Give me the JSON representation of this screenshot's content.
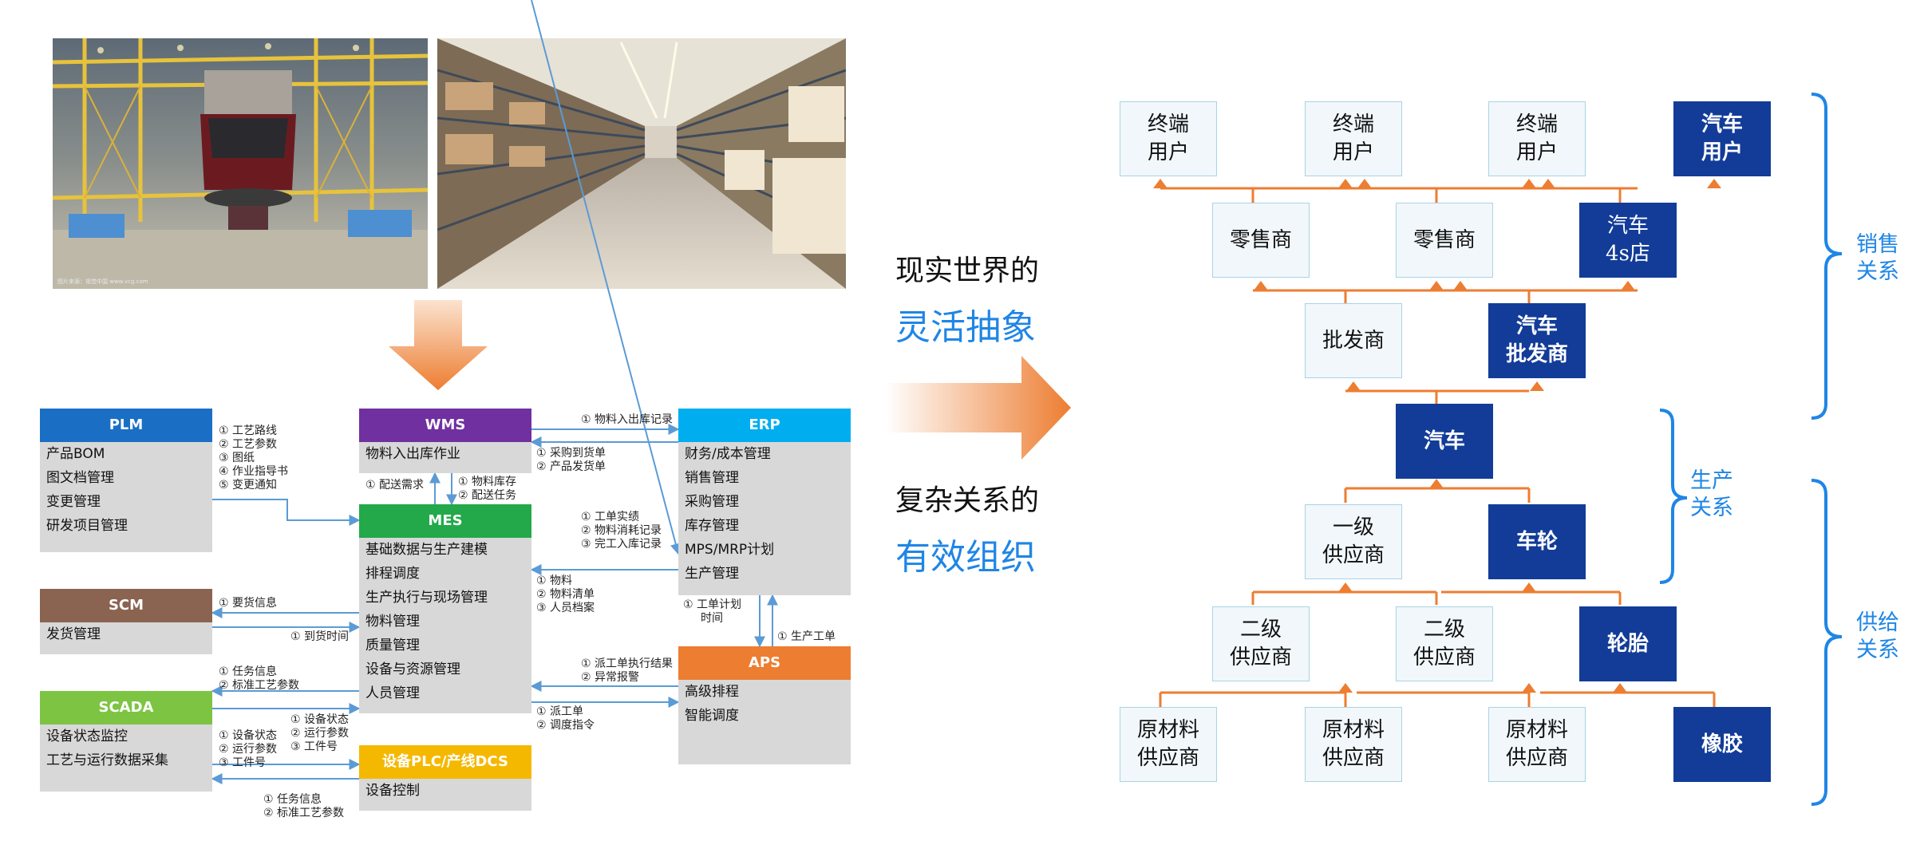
{
  "photos": {
    "factory_caption": "图片来源：视觉中国 www.vcg.com"
  },
  "systems": {
    "plm": {
      "title": "PLM",
      "color": "#1a6fc5",
      "items": [
        "产品BOM",
        "图文档管理",
        "变更管理",
        "研发项目管理"
      ]
    },
    "wms": {
      "title": "WMS",
      "color": "#7030a0",
      "items": [
        "物料入出库作业"
      ]
    },
    "mes": {
      "title": "MES",
      "color": "#23a84a",
      "items": [
        "基础数据与生产建模",
        "排程调度",
        "生产执行与现场管理",
        "物料管理",
        "质量管理",
        "设备与资源管理",
        "人员管理"
      ]
    },
    "erp": {
      "title": "ERP",
      "color": "#00aeef",
      "items": [
        "财务/成本管理",
        "销售管理",
        "采购管理",
        "库存管理",
        "MPS/MRP计划",
        "生产管理"
      ]
    },
    "scm": {
      "title": "SCM",
      "color": "#8a6450",
      "items": [
        "发货管理"
      ]
    },
    "scada": {
      "title": "SCADA",
      "color": "#7dc443",
      "items": [
        "设备状态监控",
        "工艺与运行数据采集"
      ]
    },
    "aps": {
      "title": "APS",
      "color": "#ed7d31",
      "items": [
        "高级排程",
        "智能调度"
      ]
    },
    "plc": {
      "title": "设备PLC/产线DCS",
      "color": "#f5b800",
      "items": [
        "设备控制"
      ]
    }
  },
  "notes": {
    "plm_mes": [
      "① 工艺路线",
      "② 工艺参数",
      "③ 图纸",
      "④ 作业指导书",
      "⑤ 变更通知"
    ],
    "wms_erp_top": [
      "① 物料入出库记录"
    ],
    "erp_wms": [
      "① 采购到货单",
      "② 产品发货单"
    ],
    "mes_wms_left": [
      "① 配送需求"
    ],
    "wms_mes_right": [
      "① 物料库存",
      "② 配送任务"
    ],
    "mes_erp": [
      "① 工单实绩",
      "② 物料消耗记录",
      "③ 完工入库记录"
    ],
    "erp_mes": [
      "① 物料",
      "② 物料清单",
      "③ 人员档案"
    ],
    "erp_aps": [
      "① 工单计划",
      "时间"
    ],
    "aps_erp": [
      "① 生产工单"
    ],
    "scm_in": [
      "① 要货信息"
    ],
    "scm_out": [
      "① 到货时间"
    ],
    "mes_scada": [
      "① 任务信息",
      "② 标准工艺参数"
    ],
    "scada_mes": [
      "① 设备状态",
      "② 运行参数",
      "③ 工件号"
    ],
    "scada_plc": [
      "① 设备状态",
      "② 运行参数",
      "③ 工件号"
    ],
    "aps_mes": [
      "① 派工单执行结果",
      "② 异常报警"
    ],
    "mes_aps": [
      "① 派工单",
      "② 调度指令"
    ],
    "plc_bottom": [
      "① 任务信息",
      "② 标准工艺参数"
    ]
  },
  "middle": {
    "line1": "现实世界的",
    "line2": "灵活抽象",
    "line3": "复杂关系的",
    "line4": "有效组织"
  },
  "tree": {
    "row1": [
      "终端\n用户",
      "终端\n用户",
      "终端\n用户",
      "汽车\n用户"
    ],
    "row2": [
      "零售商",
      "零售商",
      "汽车\n4s店"
    ],
    "row3": [
      "批发商",
      "汽车\n批发商"
    ],
    "row4": [
      "汽车"
    ],
    "row5": [
      "一级\n供应商",
      "车轮"
    ],
    "row6": [
      "二级\n供应商",
      "二级\n供应商",
      "轮胎"
    ],
    "row7": [
      "原材料\n供应商",
      "原材料\n供应商",
      "原材料\n供应商",
      "橡胶"
    ]
  },
  "brackets": {
    "sales": "销售\n关系",
    "production": "生产\n关系",
    "supply": "供给\n关系"
  },
  "colors": {
    "node_dark": "#123c98",
    "node_light": "#f1f7fb",
    "connector": "#ed7d31",
    "bracket": "#1f86e5",
    "arrow": "#ed7d31"
  }
}
